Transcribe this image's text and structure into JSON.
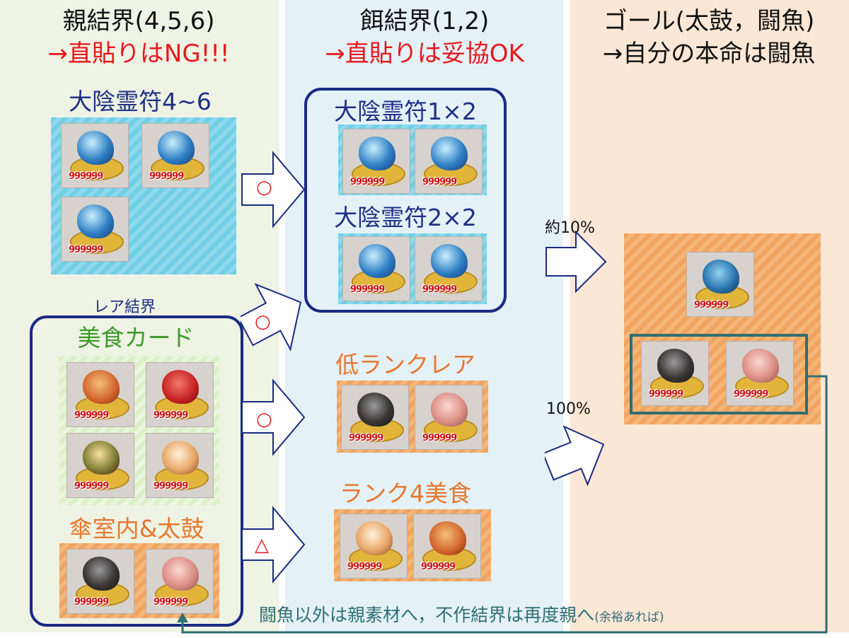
{
  "columns": {
    "parent": {
      "title": "親結界(4,5,6)",
      "note": "→直貼りはNG!!!"
    },
    "bait": {
      "title": "餌結界(1,2)",
      "note": "→直貼りは妥協OK"
    },
    "goal": {
      "title": "ゴール(太鼓，闘魚)",
      "note": "→自分の本命は闘魚"
    }
  },
  "parent": {
    "spirit_label": "大陰霊符4~6",
    "rare_label": "レア結界",
    "gourmet_label": "美食カード",
    "umbrella_label": "傘室内&太鼓"
  },
  "bait": {
    "spirit1_label": "大陰霊符1×2",
    "spirit2_label": "大陰霊符2×2",
    "low_rare_label": "低ランクレア",
    "rank4_label": "ランク4美食"
  },
  "item_number": "999999",
  "arrow_symbols": [
    "○",
    "○",
    "○",
    "△"
  ],
  "probabilities": {
    "upper": "約10%",
    "lower": "100%"
  },
  "footer": {
    "main": "闘魚以外は親素材へ，不作結界は再度親へ",
    "aside": "(余裕あれば)"
  },
  "colors": {
    "navy": "#1b2a83",
    "red": "#e8171c",
    "green": "#3d9a2b",
    "orange": "#e6772f",
    "teal": "#2f6e72"
  }
}
